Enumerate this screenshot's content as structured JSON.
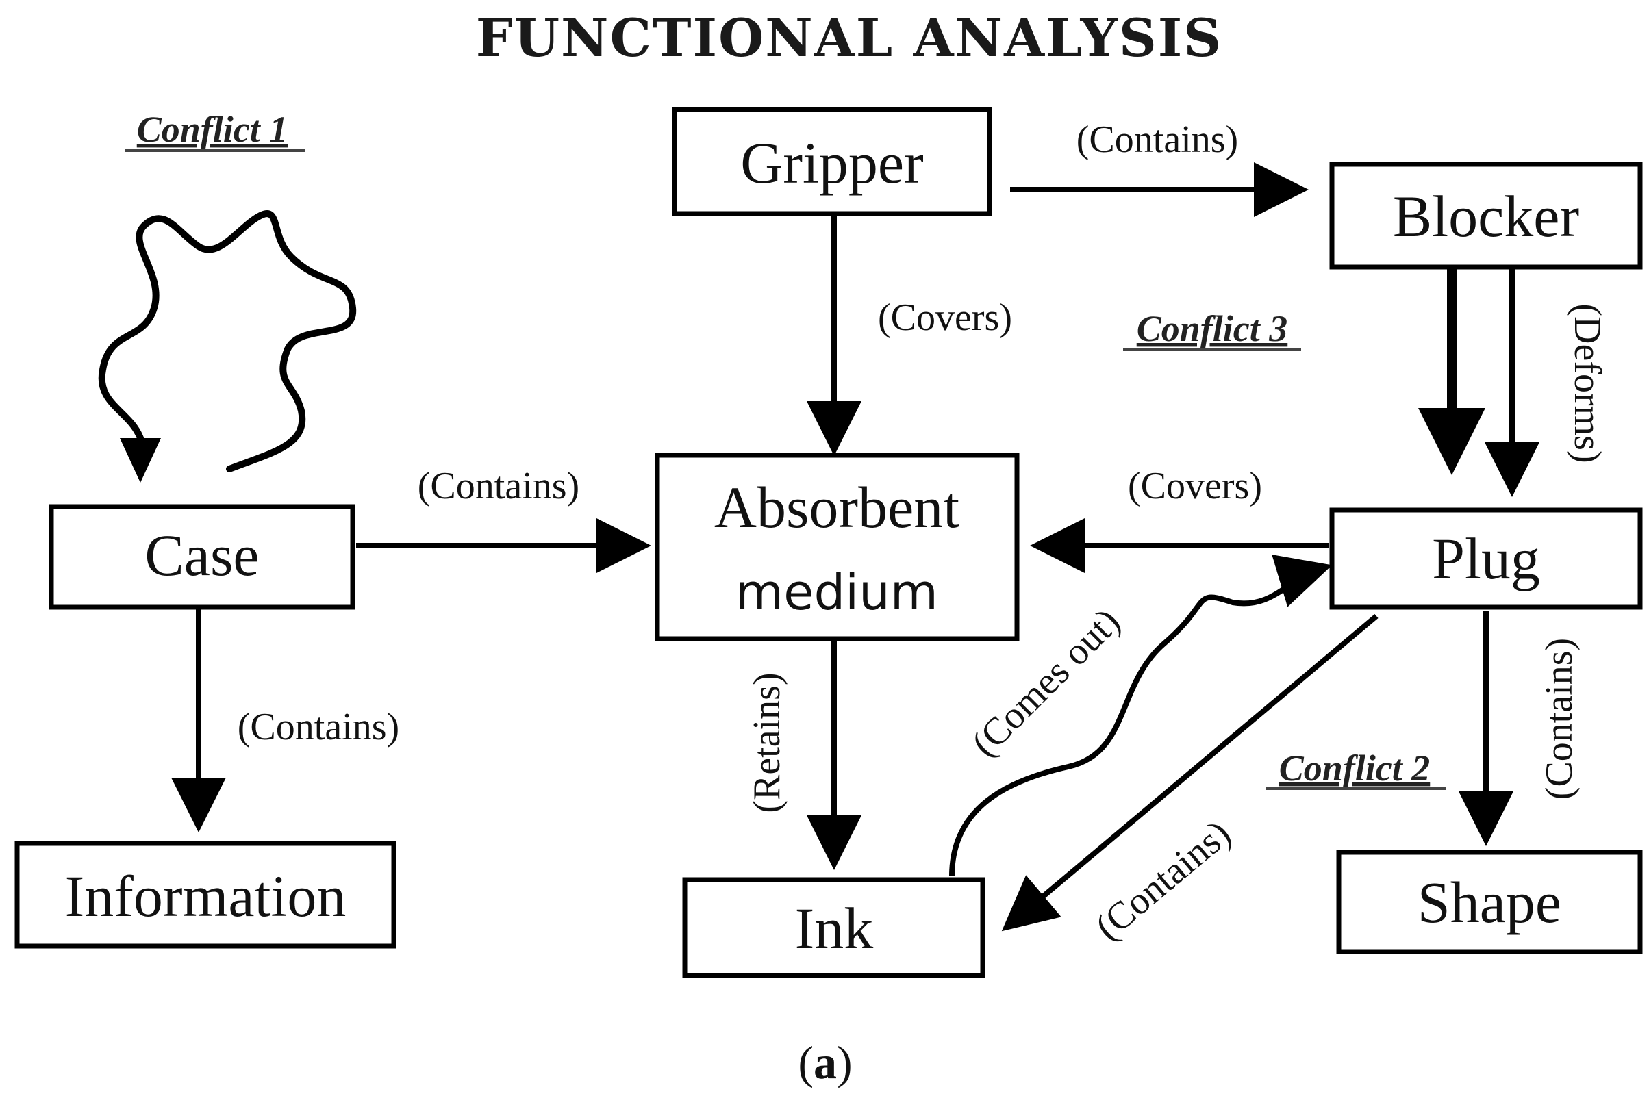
{
  "title": "FUNCTIONAL ANALYSIS",
  "nodes": {
    "gripper": "Gripper",
    "blocker": "Blocker",
    "case": "Case",
    "absorbent_line1": "Absorbent",
    "absorbent_line2": "medium",
    "plug": "Plug",
    "information": "Information",
    "ink": "Ink",
    "shape": "Shape"
  },
  "edges": {
    "gripper_blocker": "(Contains)",
    "gripper_absorbent": "(Covers)",
    "blocker_plug": "(Deforms)",
    "case_absorbent": "(Contains)",
    "plug_absorbent": "(Covers)",
    "case_information": "(Contains)",
    "absorbent_ink": "(Retains)",
    "ink_plug": "(Comes out)",
    "plug_ink": "(Contains)",
    "plug_shape": "(Contains)"
  },
  "conflicts": {
    "c1": "Conflict 1",
    "c2": "Conflict 2",
    "c3": "Conflict 3"
  },
  "caption": {
    "open": "(",
    "letter": "a",
    "close": ")"
  }
}
